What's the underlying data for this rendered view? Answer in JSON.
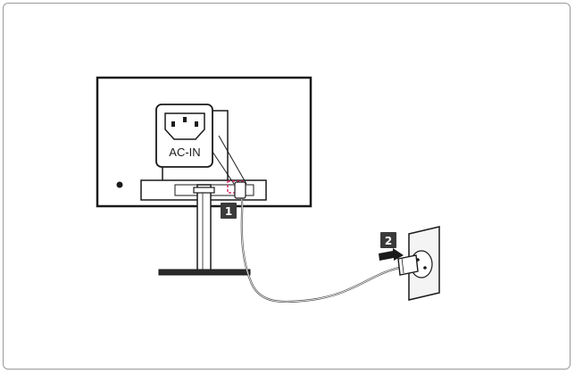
{
  "diagram": {
    "socket_label": "AC-IN",
    "step_1": "1",
    "step_2": "2",
    "colors": {
      "line": "#1a1a1a",
      "highlight": "#d6336c",
      "badge": "#3a3a3a",
      "outlet_fill": "#f4f4f4"
    },
    "icons": [
      "monitor-back-icon",
      "ac-in-socket-icon",
      "power-cable-icon",
      "wall-outlet-icon",
      "plug-direction-arrow-icon"
    ]
  }
}
